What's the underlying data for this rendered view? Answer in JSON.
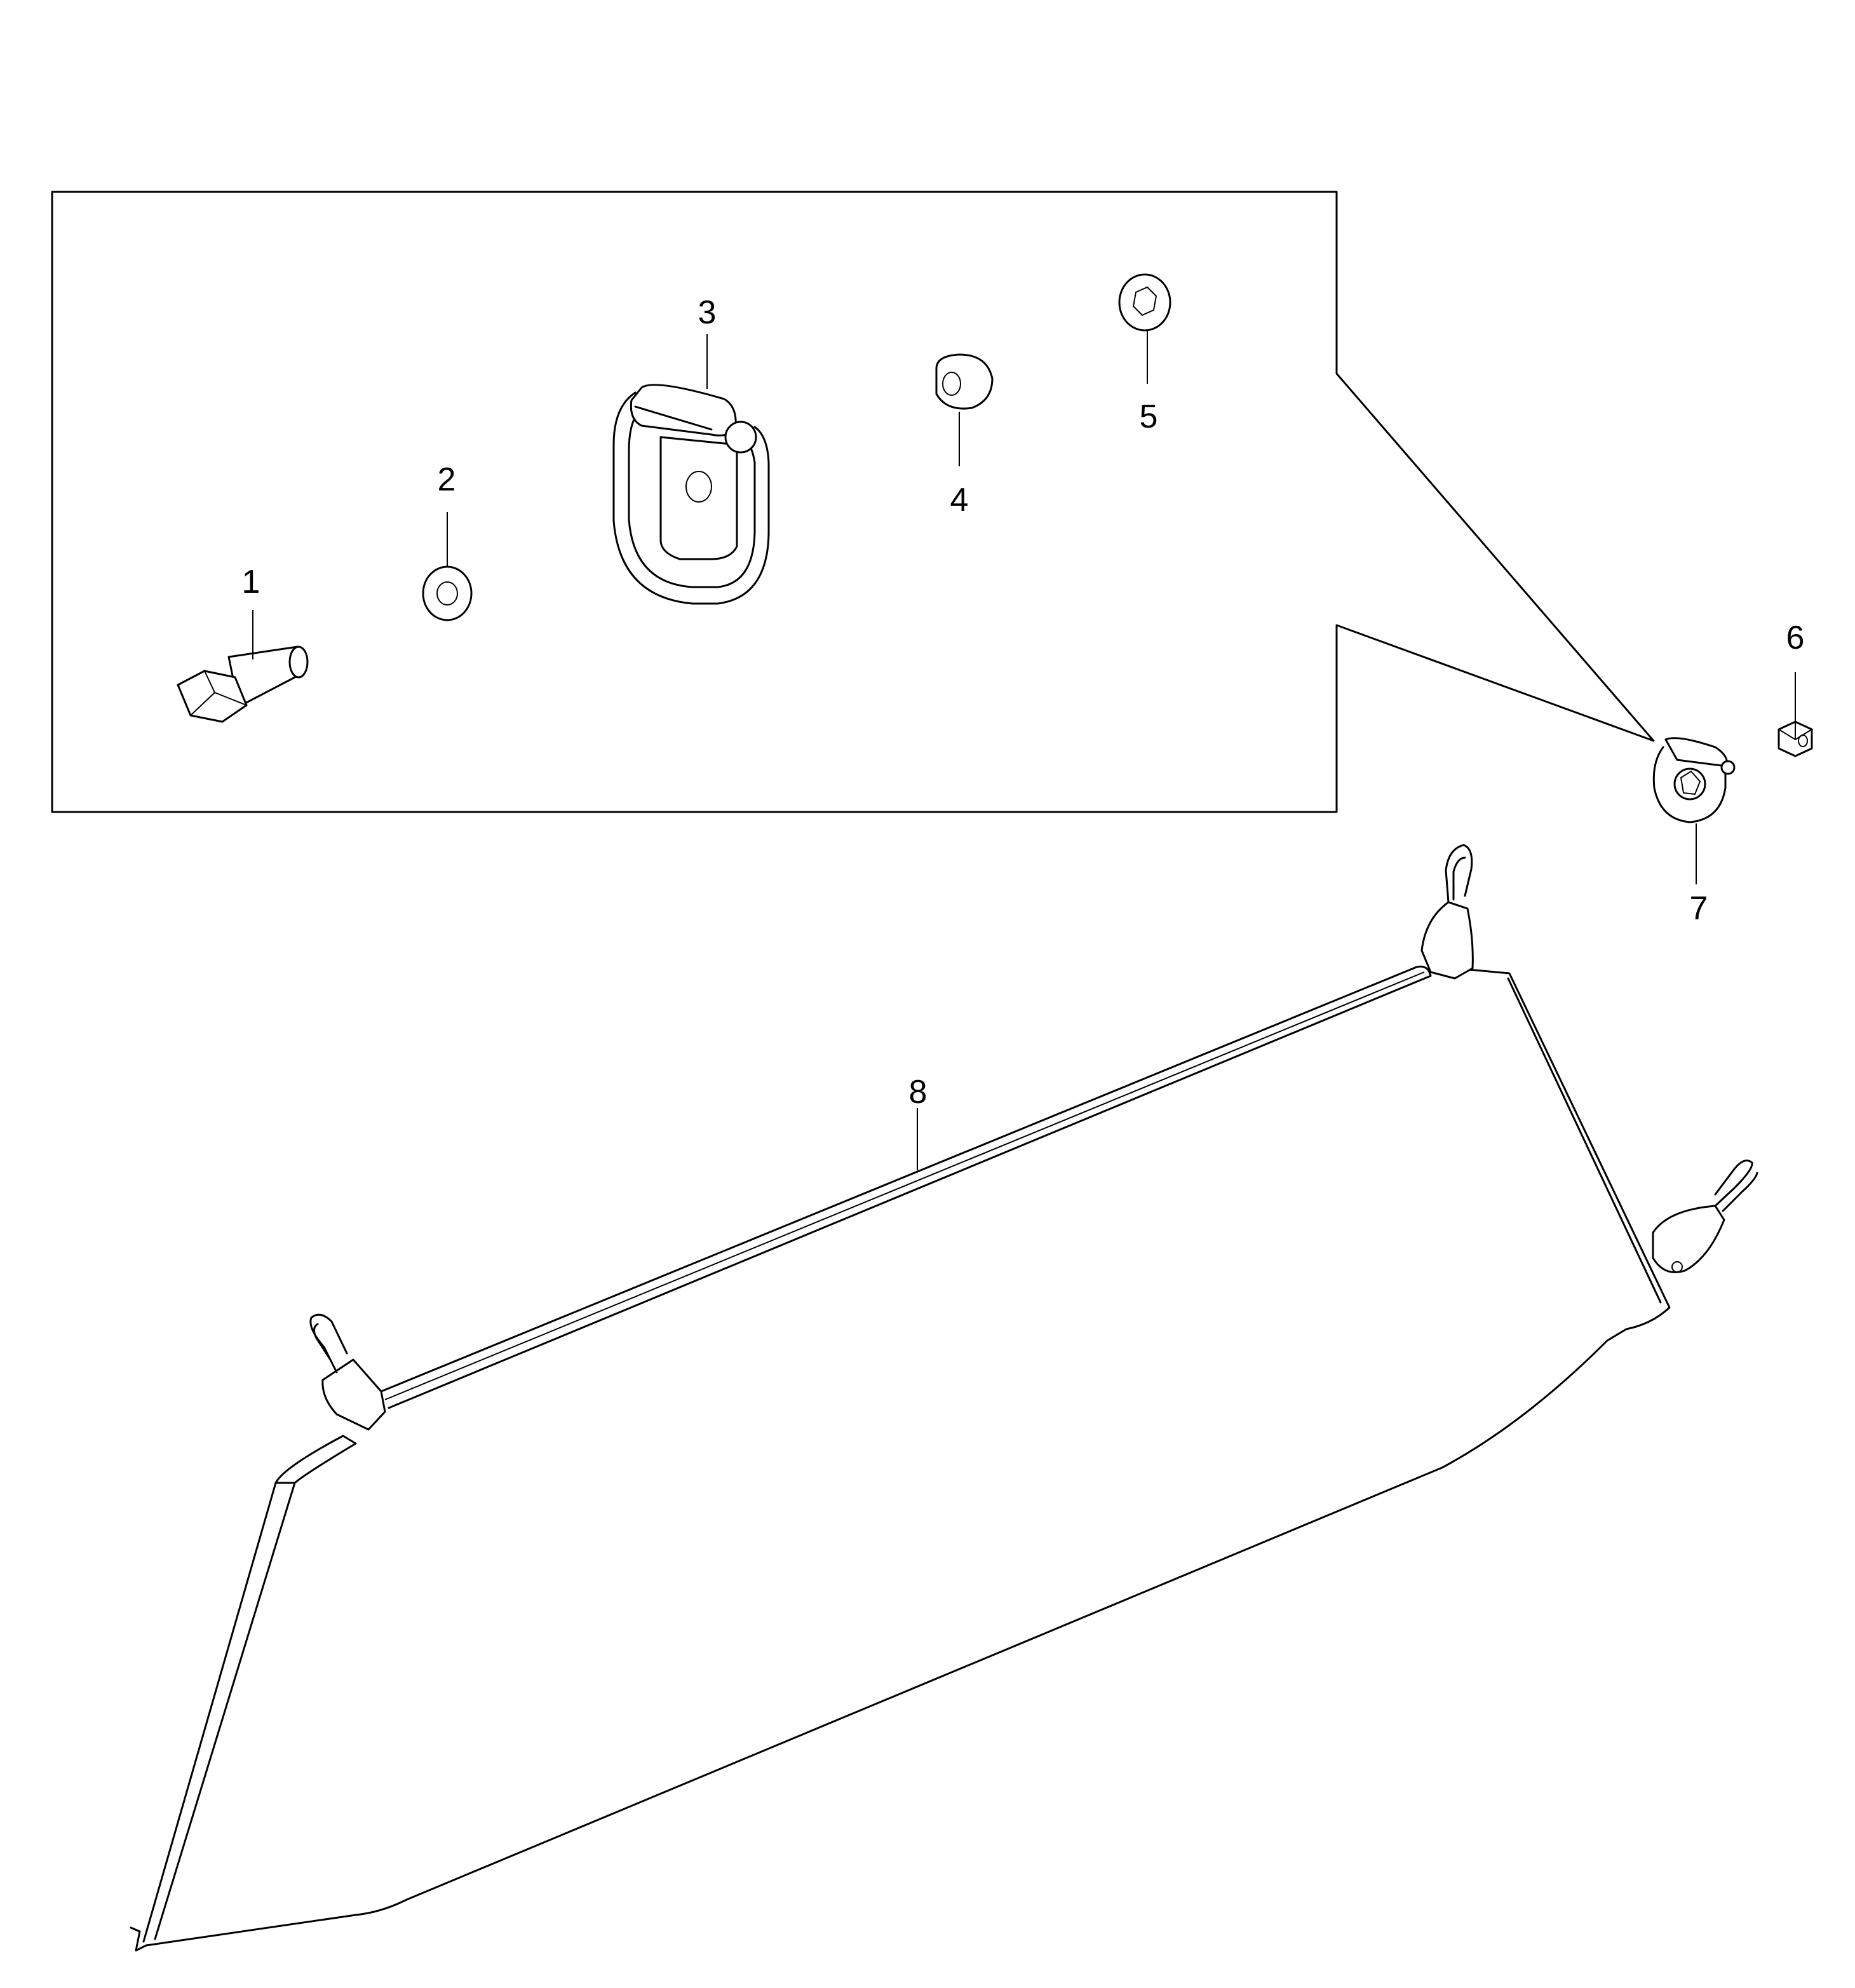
{
  "diagram": {
    "callouts": [
      {
        "id": "1",
        "label": "1"
      },
      {
        "id": "2",
        "label": "2"
      },
      {
        "id": "3",
        "label": "3"
      },
      {
        "id": "4",
        "label": "4"
      },
      {
        "id": "5",
        "label": "5"
      },
      {
        "id": "6",
        "label": "6"
      },
      {
        "id": "7",
        "label": "7"
      },
      {
        "id": "8",
        "label": "8"
      }
    ],
    "colors": {
      "line": "#000000",
      "background": "#ffffff"
    }
  }
}
